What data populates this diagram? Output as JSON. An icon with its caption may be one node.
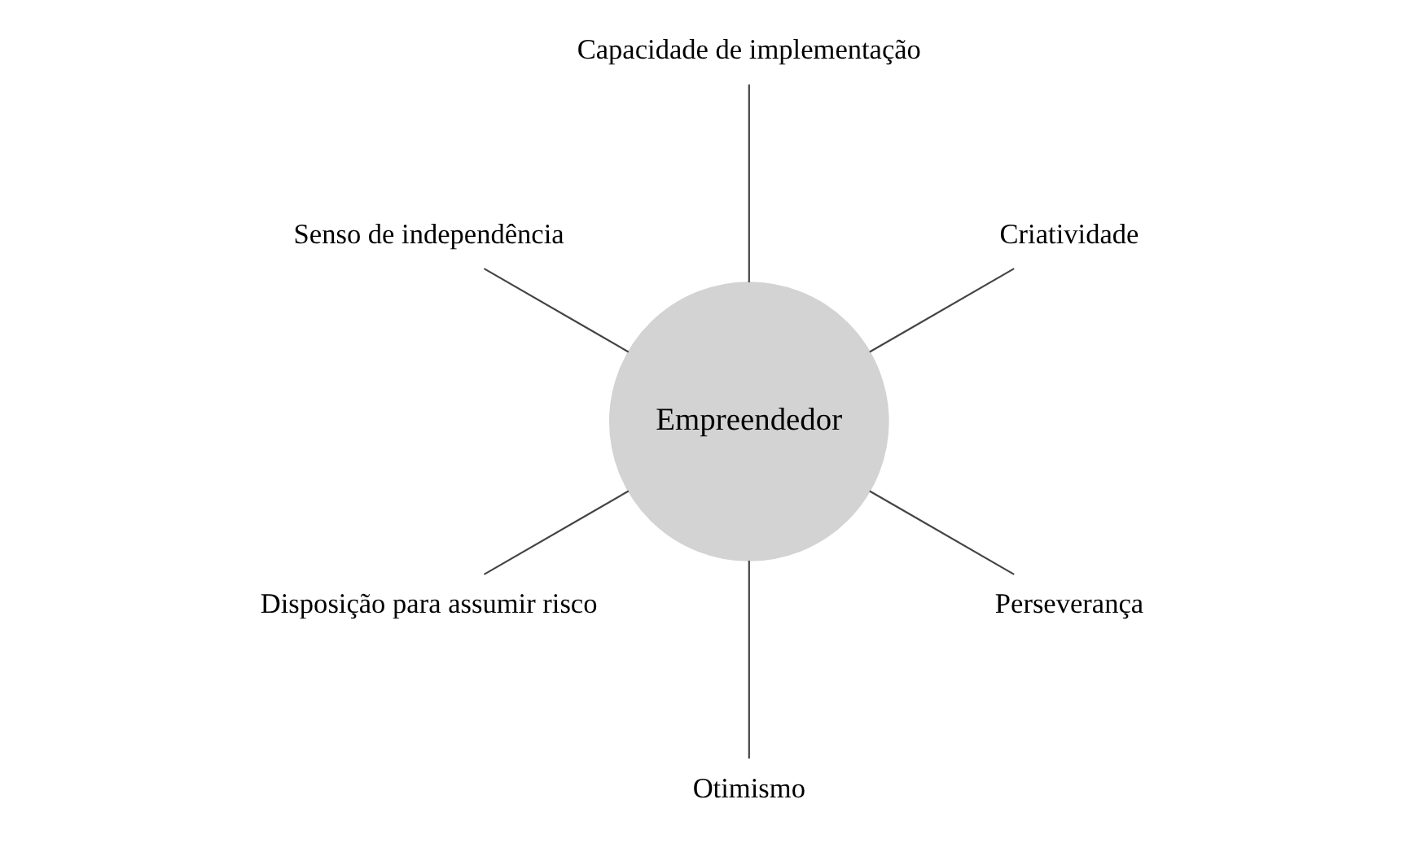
{
  "diagram": {
    "nodes": [
      {
        "text": [
          "Criatividade"
        ]
      },
      {
        "text": [
          "Capacidade de implementação"
        ]
      },
      {
        "text": [
          "Senso de independência"
        ]
      },
      {
        "text": [
          "Empreendedor"
        ]
      },
      {
        "text": [
          "Disposição para assumir risco"
        ]
      },
      {
        "text": [
          "Otimismo"
        ]
      },
      {
        "text": [
          "Perseverança"
        ]
      }
    ],
    "edges": [
      {
        "from": 3,
        "to": 0,
        "arrow": "none"
      },
      {
        "from": 3,
        "to": 1,
        "arrow": "none"
      },
      {
        "from": 3,
        "to": 2,
        "arrow": "none"
      },
      {
        "from": 3,
        "to": 4,
        "arrow": "none"
      },
      {
        "from": 3,
        "to": 5,
        "arrow": "none"
      },
      {
        "from": 3,
        "to": 6,
        "arrow": "none"
      }
    ]
  }
}
